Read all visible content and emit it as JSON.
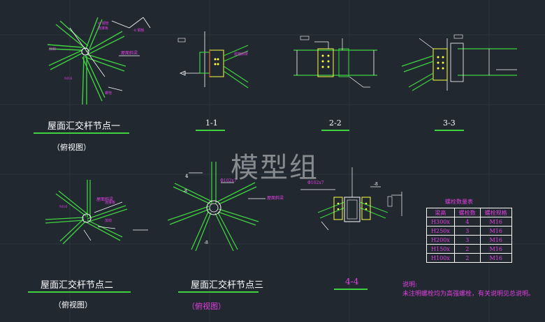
{
  "colors": {
    "background": "#212830",
    "member_line": "#3fd23f",
    "dimension_line": "#ffffff",
    "annotation": "#e040e0",
    "bolt_plate": "#ffff40",
    "section_cut": "#ff3030"
  },
  "watermark": "模型组",
  "titles": {
    "node1": "屋面汇交杆节点一",
    "node1_sub": "（俯视图）",
    "sec11": "1-1",
    "sec22": "2-2",
    "sec33": "3-3",
    "node2": "屋面汇交杆节点二",
    "node2_sub": "（俯视图）",
    "node3": "屋面汇交杆节点三",
    "node3_sub": "（俯视图）",
    "sec44": "4-4"
  },
  "small_labels": {
    "roof_beam": "屋面斜梁",
    "pipe": "Φ102x7"
  },
  "bolt_table": {
    "title": "螺栓数量表",
    "headers": [
      "梁高",
      "螺栓数",
      "螺栓规格"
    ],
    "rows": [
      [
        "H300x",
        "4",
        "M16"
      ],
      [
        "H250x",
        "3",
        "M16"
      ],
      [
        "H200x",
        "3",
        "M16"
      ],
      [
        "H150x",
        "2",
        "M16"
      ],
      [
        "H100x",
        "2",
        "M16"
      ]
    ]
  },
  "notes": {
    "heading": "说明:",
    "line1": "未注明螺栓均为高强螺栓，有关说明见总说明。"
  }
}
